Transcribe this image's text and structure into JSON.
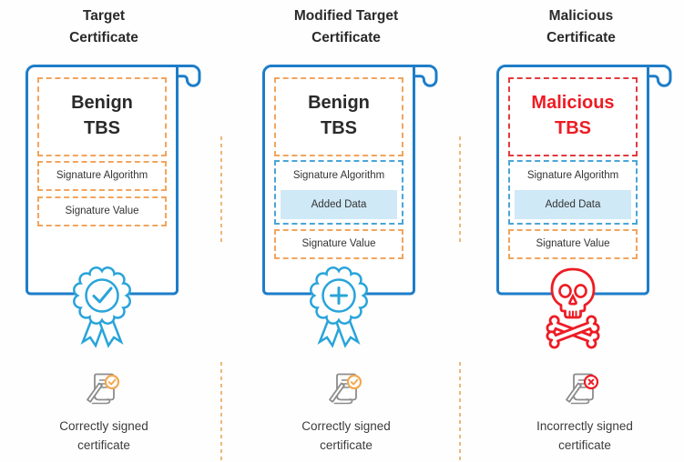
{
  "colors": {
    "cert_border": "#1e7dc8",
    "badge_blue": "#29a4da",
    "orange_dash": "#f2a55e",
    "divider_orange": "#f0b678",
    "red": "#ed1c24",
    "red_dash": "#e23b3f",
    "blue_dash": "#4aa5d8",
    "added_fill": "#cfe9f7",
    "text_dark": "#2a2a2a",
    "text_label": "#333333",
    "text_body": "#3c3c3c",
    "icon_gray": "#8c8c8c",
    "badge_orange": "#f2a950"
  },
  "columns": [
    {
      "title_line1": "Target",
      "title_line2": "Certificate",
      "tbs_line1": "Benign",
      "tbs_line2": "TBS",
      "signature_algorithm_label": "Signature Algorithm",
      "signature_value_label": "Signature Value",
      "badge": "rosette-check",
      "caption": "Correctly signed certificate"
    },
    {
      "title_line1": "Modified Target",
      "title_line2": "Certificate",
      "tbs_line1": "Benign",
      "tbs_line2": "TBS",
      "signature_algorithm_label": "Signature Algorithm",
      "added_data_label": "Added Data",
      "signature_value_label": "Signature Value",
      "badge": "rosette-plus",
      "caption": "Correctly signed certificate"
    },
    {
      "title_line1": "Malicious",
      "title_line2": "Certificate",
      "tbs_line1": "Malicious",
      "tbs_line2": "TBS",
      "signature_algorithm_label": "Signature Algorithm",
      "added_data_label": "Added Data",
      "signature_value_label": "Signature Value",
      "badge": "skull-crossbones",
      "caption": "Incorrectly signed certificate"
    }
  ]
}
